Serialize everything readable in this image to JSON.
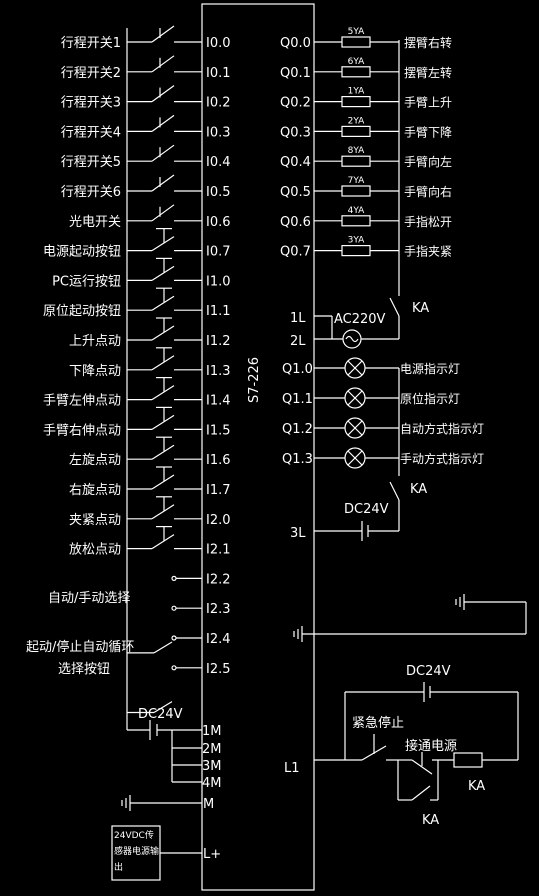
{
  "plc_model": "S7-226",
  "inputs": [
    {
      "addr": "I0.0",
      "label": "行程开关1",
      "type": "limit"
    },
    {
      "addr": "I0.1",
      "label": "行程开关2",
      "type": "limit"
    },
    {
      "addr": "I0.2",
      "label": "行程开关3",
      "type": "limit"
    },
    {
      "addr": "I0.3",
      "label": "行程开关4",
      "type": "limit"
    },
    {
      "addr": "I0.4",
      "label": "行程开关5",
      "type": "limit"
    },
    {
      "addr": "I0.5",
      "label": "行程开关6",
      "type": "limit"
    },
    {
      "addr": "I0.6",
      "label": "光电开关",
      "type": "limit"
    },
    {
      "addr": "I0.7",
      "label": "电源起动按钮",
      "type": "button"
    },
    {
      "addr": "I1.0",
      "label": "PC运行按钮",
      "type": "button"
    },
    {
      "addr": "I1.1",
      "label": "原位起动按钮",
      "type": "button"
    },
    {
      "addr": "I1.2",
      "label": "上升点动",
      "type": "button"
    },
    {
      "addr": "I1.3",
      "label": "下降点动",
      "type": "button"
    },
    {
      "addr": "I1.4",
      "label": "手臂左伸点动",
      "type": "button"
    },
    {
      "addr": "I1.5",
      "label": "手臂右伸点动",
      "type": "button"
    },
    {
      "addr": "I1.6",
      "label": "左旋点动",
      "type": "button"
    },
    {
      "addr": "I1.7",
      "label": "右旋点动",
      "type": "button"
    },
    {
      "addr": "I2.0",
      "label": "夹紧点动",
      "type": "button"
    },
    {
      "addr": "I2.1",
      "label": "放松点动",
      "type": "button"
    },
    {
      "addr": "I2.2",
      "label": "",
      "type": "selector"
    },
    {
      "addr": "I2.3",
      "label": "",
      "type": "selector"
    },
    {
      "addr": "I2.4",
      "label": "",
      "type": "selector"
    },
    {
      "addr": "I2.5",
      "label": "",
      "type": "selector"
    }
  ],
  "selector_labels": {
    "auto_manual": "自动/手动选择",
    "cycle_line1": "起动/停止自动循环",
    "cycle_line2": "选择按钮"
  },
  "outputs": [
    {
      "addr": "Q0.0",
      "coil": "5YA",
      "label": "摆臂右转"
    },
    {
      "addr": "Q0.1",
      "coil": "6YA",
      "label": "摆臂左转"
    },
    {
      "addr": "Q0.2",
      "coil": "1YA",
      "label": "手臂上升"
    },
    {
      "addr": "Q0.3",
      "coil": "2YA",
      "label": "手臂下降"
    },
    {
      "addr": "Q0.4",
      "coil": "8YA",
      "label": "手臂向左"
    },
    {
      "addr": "Q0.5",
      "coil": "7YA",
      "label": "手臂向右"
    },
    {
      "addr": "Q0.6",
      "coil": "4YA",
      "label": "手指松开"
    },
    {
      "addr": "Q0.7",
      "coil": "3YA",
      "label": "手指夹紧"
    }
  ],
  "lamps": [
    {
      "addr": "Q1.0",
      "label": "电源指示灯"
    },
    {
      "addr": "Q1.1",
      "label": "原位指示灯"
    },
    {
      "addr": "Q1.2",
      "label": "自动方式指示灯"
    },
    {
      "addr": "Q1.3",
      "label": "手动方式指示灯"
    }
  ],
  "power": {
    "l1_terminal": "1L",
    "l2_terminal": "2L",
    "ac_supply": "AC220V",
    "l3_terminal": "3L",
    "dc_supply": "DC24V",
    "relay_ka": "KA",
    "input_dc": "DC24V",
    "m_terminals": [
      "1M",
      "2M",
      "3M",
      "4M"
    ],
    "m_common": "M",
    "l_plus": "L+",
    "sensor_box_line1": "24VDC传",
    "sensor_box_line2": "感器电源输",
    "sensor_box_line3": "出",
    "l1_main": "L1",
    "emergency_stop": "紧急停止",
    "power_on": "接通电源",
    "ka_coil": "KA",
    "ka_contact": "KA",
    "main_dc": "DC24V"
  }
}
